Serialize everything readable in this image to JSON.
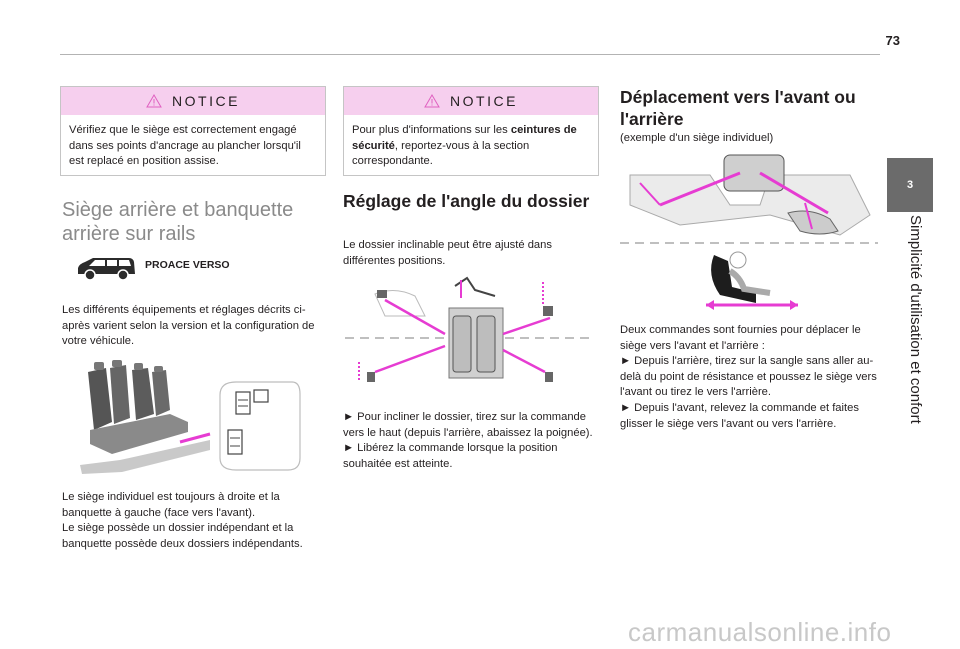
{
  "page": {
    "number": "73"
  },
  "chapter": {
    "number": "3",
    "title": "Simplicité d'utilisation et confort"
  },
  "col1": {
    "notice": {
      "label": "NOTICE",
      "text": "Vérifiez que le siège est correctement engagé dans ses points d'ancrage au plancher lorsqu'il est replacé en position assise."
    },
    "heading": "Siège arrière et banquette arrière sur rails",
    "vehicle_label": "PROACE VERSO",
    "intro": "Les différents équipements et réglages décrits ci-après varient selon la version et la configuration de votre véhicule.",
    "body": "Le siège individuel est toujours à droite et la banquette à gauche (face vers l'avant).\nLe siège possède un dossier indépendant et la banquette possède deux dossiers indépendants."
  },
  "col2": {
    "notice": {
      "label": "NOTICE",
      "text_before": "Pour plus d'informations sur les ",
      "text_bold": "ceintures de sécurité",
      "text_after": ", reportez-vous à la section correspondante."
    },
    "heading": "Réglage de l'angle du dossier",
    "intro": "Le dossier inclinable peut être ajusté dans différentes positions.",
    "body": "► Pour incliner le dossier, tirez sur la commande vers le haut (depuis l'arrière, abaissez la poignée).\n► Libérez la commande lorsque la position souhaitée est atteinte."
  },
  "col3": {
    "heading": "Déplacement vers l'avant ou l'arrière",
    "subheading": "(exemple d'un siège individuel)",
    "body": "Deux commandes sont fournies pour déplacer le siège vers l'avant et l'arrière :\n► Depuis l'arrière, tirez sur la sangle sans aller au-delà du point de résistance et poussez le siège vers l'avant ou tirez le vers l'arrière.\n► Depuis l'avant, relevez la commande et faites glisser le siège vers l'avant ou vers l'arrière."
  },
  "watermark": "carmanualsonline.info",
  "colors": {
    "notice_bg": "#f6cfee",
    "accent_arrow": "#e63cd2",
    "chapter_tab": "#6b6b6b"
  }
}
